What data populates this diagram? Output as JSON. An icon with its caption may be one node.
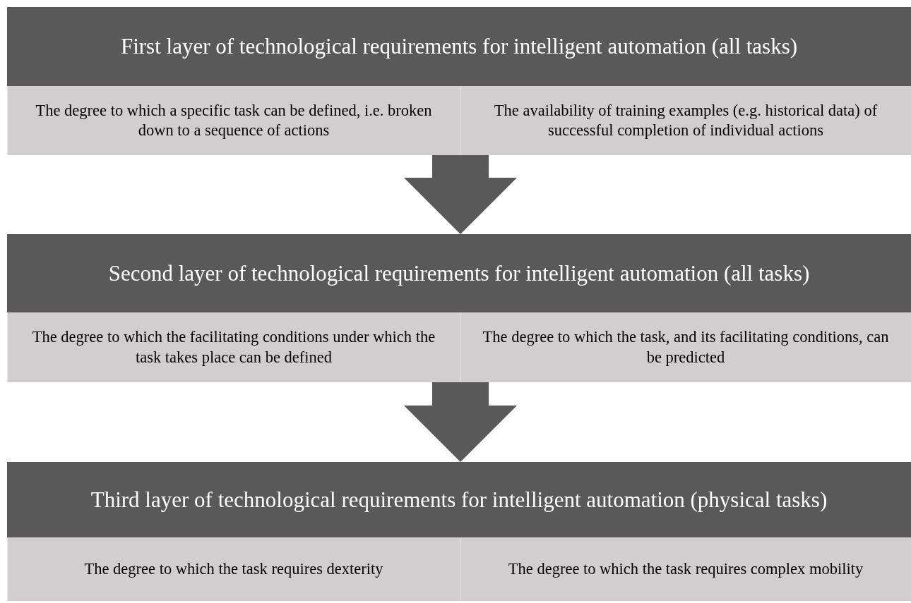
{
  "diagram": {
    "nodes": [
      {
        "text": [
          "First layer of technological requirements for intelligent automation (all tasks)"
        ]
      },
      {
        "text": [
          "The degree to which a specific task can be defined, i.e. broken down to a sequence of actions"
        ],
        "in": 0
      },
      {
        "text": [
          "The availability of training examples (e.g. historical data) of successful completion of individual actions"
        ],
        "in": 0
      },
      {
        "text": [
          "Second layer of technological requirements for intelligent automation (all tasks)"
        ]
      },
      {
        "text": [
          "The degree to which the facilitating conditions under which the task takes place can be defined"
        ],
        "in": 3
      },
      {
        "text": [
          "The degree to which the task, and its facilitating conditions, can be predicted"
        ],
        "in": 3
      },
      {
        "text": [
          "Third layer of technological requirements for intelligent automation (physical tasks)"
        ]
      },
      {
        "text": [
          "The degree to which the task requires dexterity"
        ],
        "in": 6
      },
      {
        "text": [
          "The degree to which the task requires complex mobility"
        ],
        "in": 6
      }
    ],
    "edges": [
      {
        "from": 0,
        "to": 3,
        "arrow": "to"
      },
      {
        "from": 3,
        "to": 6,
        "arrow": "to"
      }
    ]
  }
}
